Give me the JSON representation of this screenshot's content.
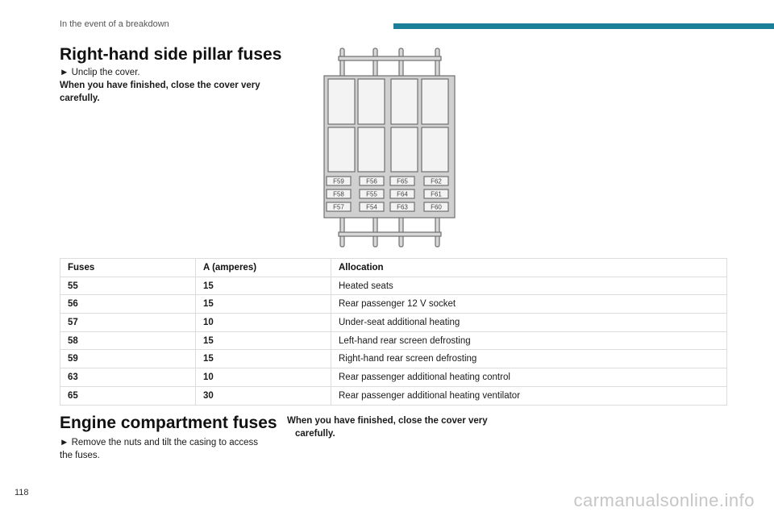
{
  "header": {
    "section_title": "In the event of a breakdown"
  },
  "section1": {
    "heading": "Right-hand side pillar fuses",
    "step": "► Unclip the cover.",
    "note_line1": "When you have finished, close the cover very",
    "note_line2": "carefully."
  },
  "diagram": {
    "fuse_labels_row1": [
      "F59",
      "F56",
      "F65",
      "F62"
    ],
    "fuse_labels_row2": [
      "F58",
      "F55",
      "F64",
      "F61"
    ],
    "fuse_labels_row3": [
      "F57",
      "F54",
      "F63",
      "F60"
    ]
  },
  "table": {
    "headers": [
      "Fuses",
      "A (amperes)",
      "Allocation"
    ],
    "rows": [
      [
        "55",
        "15",
        "Heated seats"
      ],
      [
        "56",
        "15",
        "Rear passenger 12 V socket"
      ],
      [
        "57",
        "10",
        "Under-seat additional heating"
      ],
      [
        "58",
        "15",
        "Left-hand rear screen defrosting"
      ],
      [
        "59",
        "15",
        "Right-hand rear screen defrosting"
      ],
      [
        "63",
        "10",
        "Rear passenger additional heating control"
      ],
      [
        "65",
        "30",
        "Rear passenger additional heating ventilator"
      ]
    ]
  },
  "section2": {
    "heading": "Engine compartment fuses",
    "step_line1": "► Remove the nuts and tilt the casing to access",
    "step_line2": "the fuses.",
    "note_line1": "When you have finished, close the cover very",
    "note_line2": "carefully."
  },
  "footer": {
    "page_number": "118",
    "watermark": "carmanualsonline.info"
  }
}
